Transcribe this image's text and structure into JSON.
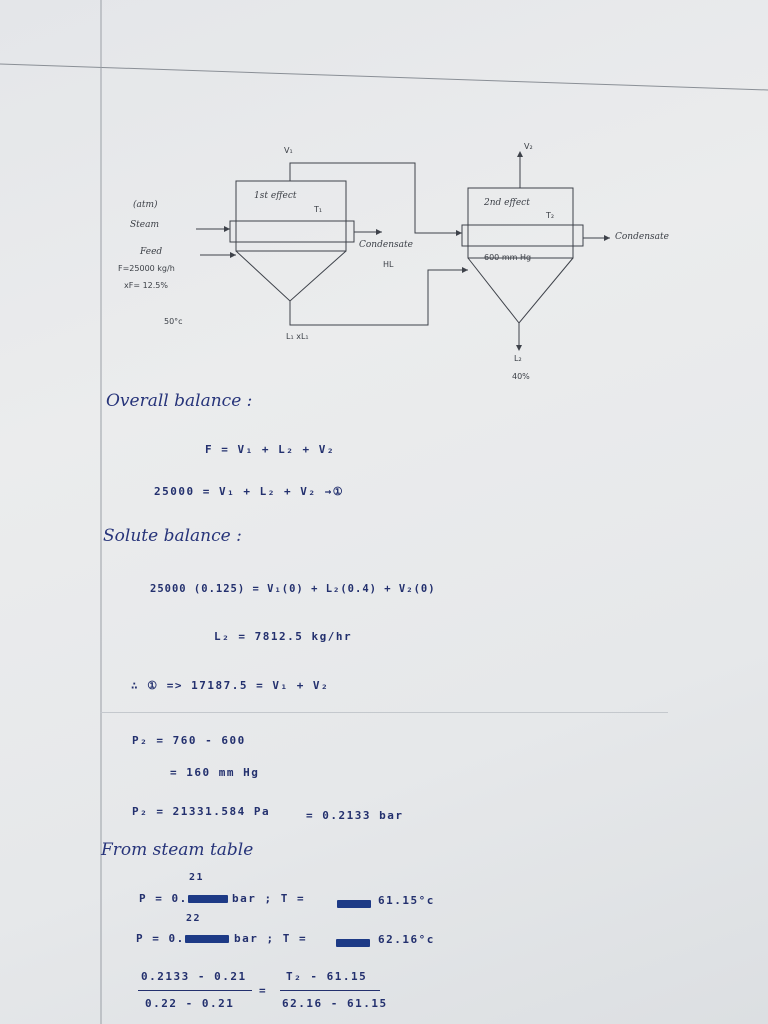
{
  "diagram": {
    "vapor1": "V₁",
    "vapor2": "V₂",
    "effect1": "1st effect",
    "effect2": "2nd effect",
    "temp1": "T₁",
    "temp2": "T₂",
    "steam_prefix": "(atm)",
    "steam": "Steam",
    "feed": "Feed",
    "feed_rate": "F=25000 kg/h",
    "feed_conc": "xF= 12.5%",
    "feed_temp": "50°c",
    "condensate1": "Condensate",
    "condensate1_sub": "HL",
    "condensate2": "Condensate",
    "pressure2": "600 mm Hg",
    "liquor1": "L₁  xL₁",
    "liquor2": "L₂",
    "liquor2_conc": "40%"
  },
  "sections": {
    "overall_heading": "Overall balance :",
    "overall_eq1": "F = V₁ + L₂ + V₂",
    "overall_eq2": "25000 = V₁ + L₂ + V₂ →①",
    "solute_heading": "Solute balance :",
    "solute_eq1": "25000 (0.125) = V₁(0) + L₂(0.4) + V₂(0)",
    "solute_eq2": "L₂ = 7812.5 kg/hr",
    "solute_eq3": "∴ ① => 17187.5 = V₁ + V₂",
    "pressure_eq1": "P₂ = 760 - 600",
    "pressure_eq2": "= 160 mm Hg",
    "pressure_eq3a": "P₂  = 21331.584 Pa",
    "pressure_eq3b": "= 0.2133 bar",
    "steam_heading": "From steam table",
    "row1_over": "21",
    "row1_p": "P = 0.",
    "row1_unit": "bar ; T =",
    "row1_t": "61.15°c",
    "row2_over": "22",
    "row2_p": "P = 0.",
    "row2_unit": "bar ; T =",
    "row2_t": "62.16°c",
    "frac_left_num": "0.2133 - 0.21",
    "frac_left_den": "0.22 - 0.21",
    "frac_eq": "=",
    "frac_right_num": "T₂ - 61.15",
    "frac_right_den": "62.16 - 61.15"
  },
  "colors": {
    "ink": "#23306e",
    "pencil": "#3b3f46",
    "redaction": "#1d3a86",
    "paper": "#e8eaec"
  }
}
